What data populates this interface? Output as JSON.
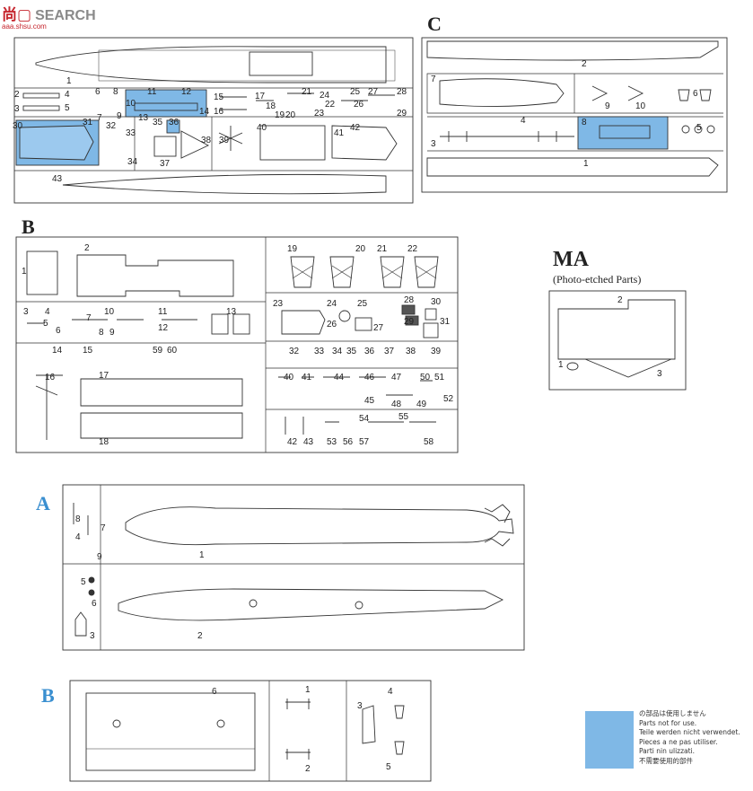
{
  "watermark": {
    "brand_cn": "尚",
    "brand_en": "SEARCH",
    "url": "aaa.shsu.com"
  },
  "sprues": {
    "top_left_labels": [
      "1",
      "2",
      "3",
      "4",
      "5",
      "6",
      "7",
      "8",
      "9",
      "10",
      "11",
      "12",
      "13",
      "14",
      "15",
      "16",
      "17",
      "18",
      "19",
      "20",
      "21",
      "22",
      "23",
      "24",
      "25",
      "26",
      "27",
      "28",
      "29",
      "30",
      "31",
      "32",
      "33",
      "34",
      "35",
      "36",
      "37",
      "38",
      "39",
      "40",
      "41",
      "42",
      "43"
    ],
    "C": {
      "letter": "C",
      "labels": [
        "2",
        "7",
        "9",
        "10",
        "6",
        "5",
        "4",
        "3",
        "8",
        "1"
      ]
    },
    "B": {
      "letter": "B",
      "labels": [
        "1",
        "2",
        "3",
        "4",
        "5",
        "6",
        "7",
        "8",
        "9",
        "10",
        "11",
        "12",
        "13",
        "14",
        "15",
        "16",
        "17",
        "18",
        "19",
        "20",
        "21",
        "22",
        "23",
        "24",
        "25",
        "26",
        "27",
        "28",
        "29",
        "30",
        "31",
        "32",
        "33",
        "34",
        "35",
        "36",
        "37",
        "38",
        "39",
        "40",
        "41",
        "42",
        "43",
        "44",
        "45",
        "46",
        "47",
        "48",
        "49",
        "50",
        "51",
        "52",
        "53",
        "54",
        "55",
        "56",
        "57",
        "58",
        "59",
        "60"
      ]
    },
    "MA": {
      "letter": "MA",
      "subtitle": "(Photo-etched Parts)",
      "labels": [
        "1",
        "2",
        "3"
      ]
    },
    "A": {
      "letter": "A",
      "labels": [
        "1",
        "2",
        "3",
        "4",
        "5",
        "6",
        "7",
        "8",
        "9"
      ]
    },
    "B2": {
      "letter": "B",
      "labels": [
        "1",
        "2",
        "3",
        "4",
        "5",
        "6"
      ]
    }
  },
  "legend": {
    "color": "#7fb8e6",
    "lines": [
      "の部品は使用しません",
      "Parts not for use.",
      "Teile werden nicht verwendet.",
      "Pieces a ne pas utiliser.",
      "Parti nin ulizzati.",
      "不需要使用的部件"
    ]
  }
}
